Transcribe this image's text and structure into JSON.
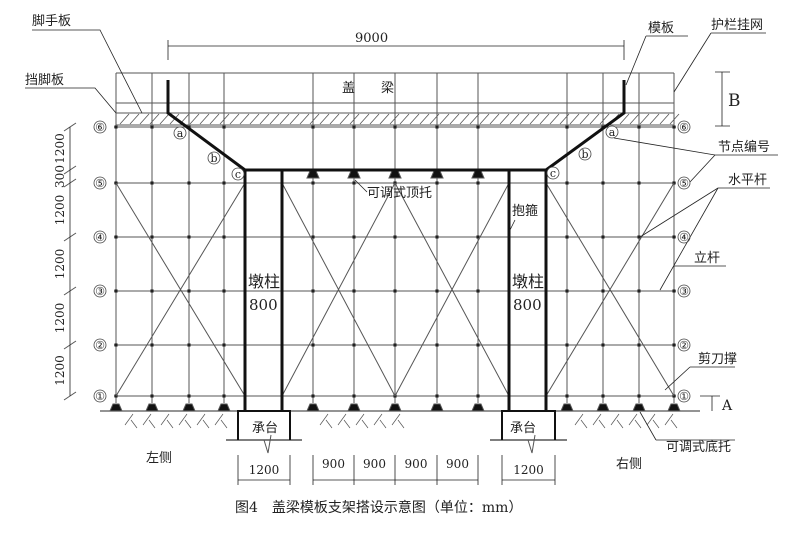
{
  "labels": {
    "scaffold_board": "脚手板",
    "toe_board": "挡脚板",
    "formwork": "模板",
    "guardrail_net": "护栏挂网",
    "cap_beam": "盖　　梁",
    "node_number": "节点编号",
    "horizontal_bar": "水平杆",
    "vertical_pole": "立杆",
    "scissor_brace": "剪刀撑",
    "adjustable_top": "可调式顶托",
    "hoop": "抱箍",
    "pier_left": "墩柱",
    "pier_right": "墩柱",
    "pier_size_left": "800",
    "pier_size_right": "800",
    "footing_left": "承台",
    "footing_right": "承台",
    "left_side": "左侧",
    "right_side": "右侧",
    "adjustable_base": "可调式底托",
    "dim_B": "B",
    "dim_A": "A",
    "nodes": [
      "a",
      "b",
      "c"
    ]
  },
  "dims": {
    "top": "9000",
    "left": [
      "1200",
      "300",
      "1200",
      "1200",
      "1200",
      "1200"
    ],
    "bottom": [
      "1200",
      "900",
      "900",
      "900",
      "900",
      "1200"
    ]
  },
  "levels": [
    "①",
    "②",
    "③",
    "④",
    "⑤",
    "⑥"
  ],
  "caption": "图4　盖梁模板支架搭设示意图（单位：mm）"
}
